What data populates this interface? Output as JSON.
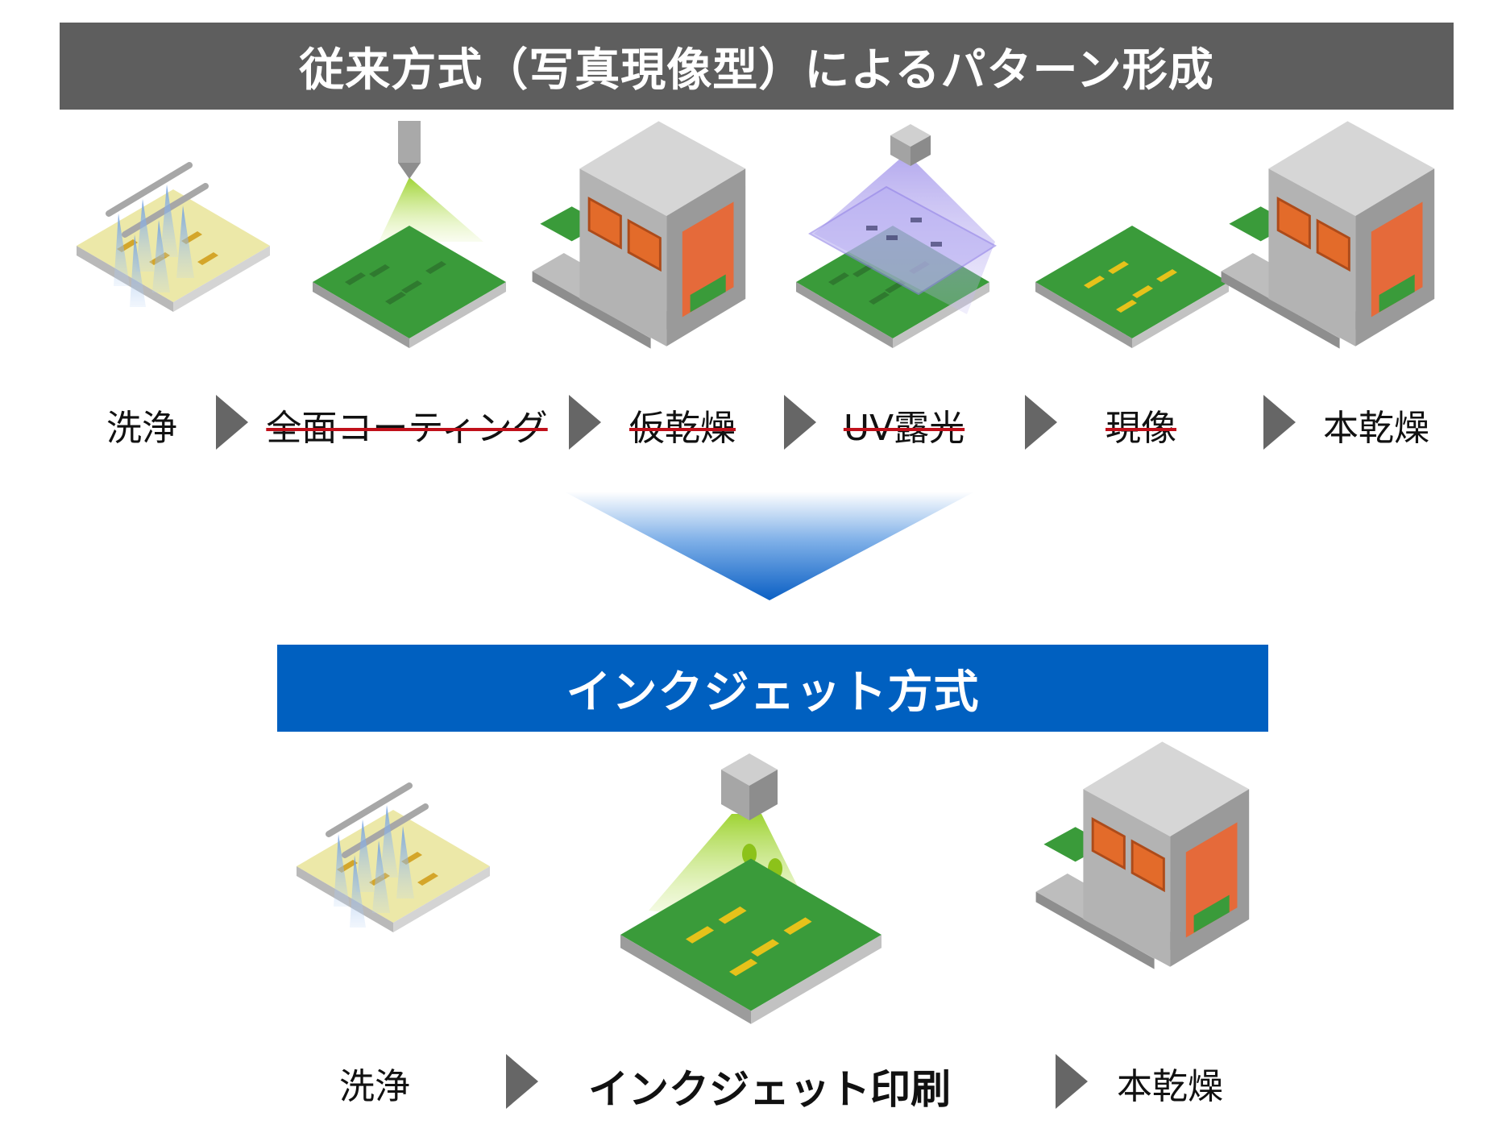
{
  "colors": {
    "banner_top": "#5e5e5e",
    "banner_bottom": "#0060c0",
    "strike": "#c0101a",
    "arrow": "#666666",
    "board_green": "#3a9b3a",
    "board_yellow": "#ece8a8",
    "oven_gray": "#c9c9c9",
    "oven_orange": "#e06a2a"
  },
  "top": {
    "title": "従来方式（写真現像型）によるパターン形成",
    "steps": [
      {
        "label": "洗浄",
        "removed": false,
        "icon": "washing-icon"
      },
      {
        "label": "全面コーティング",
        "removed": true,
        "icon": "coating-icon"
      },
      {
        "label": "仮乾燥",
        "removed": true,
        "icon": "oven-icon"
      },
      {
        "label": "UV露光",
        "removed": true,
        "icon": "uv-exposure-icon"
      },
      {
        "label": "現像",
        "removed": true,
        "icon": "development-icon"
      },
      {
        "label": "本乾燥",
        "removed": false,
        "icon": "oven-icon"
      }
    ]
  },
  "bottom": {
    "title": "インクジェット方式",
    "steps": [
      {
        "label": "洗浄",
        "emphasis": false,
        "icon": "washing-icon"
      },
      {
        "label": "インクジェット印刷",
        "emphasis": true,
        "icon": "inkjet-print-icon"
      },
      {
        "label": "本乾燥",
        "emphasis": false,
        "icon": "oven-icon"
      }
    ]
  }
}
